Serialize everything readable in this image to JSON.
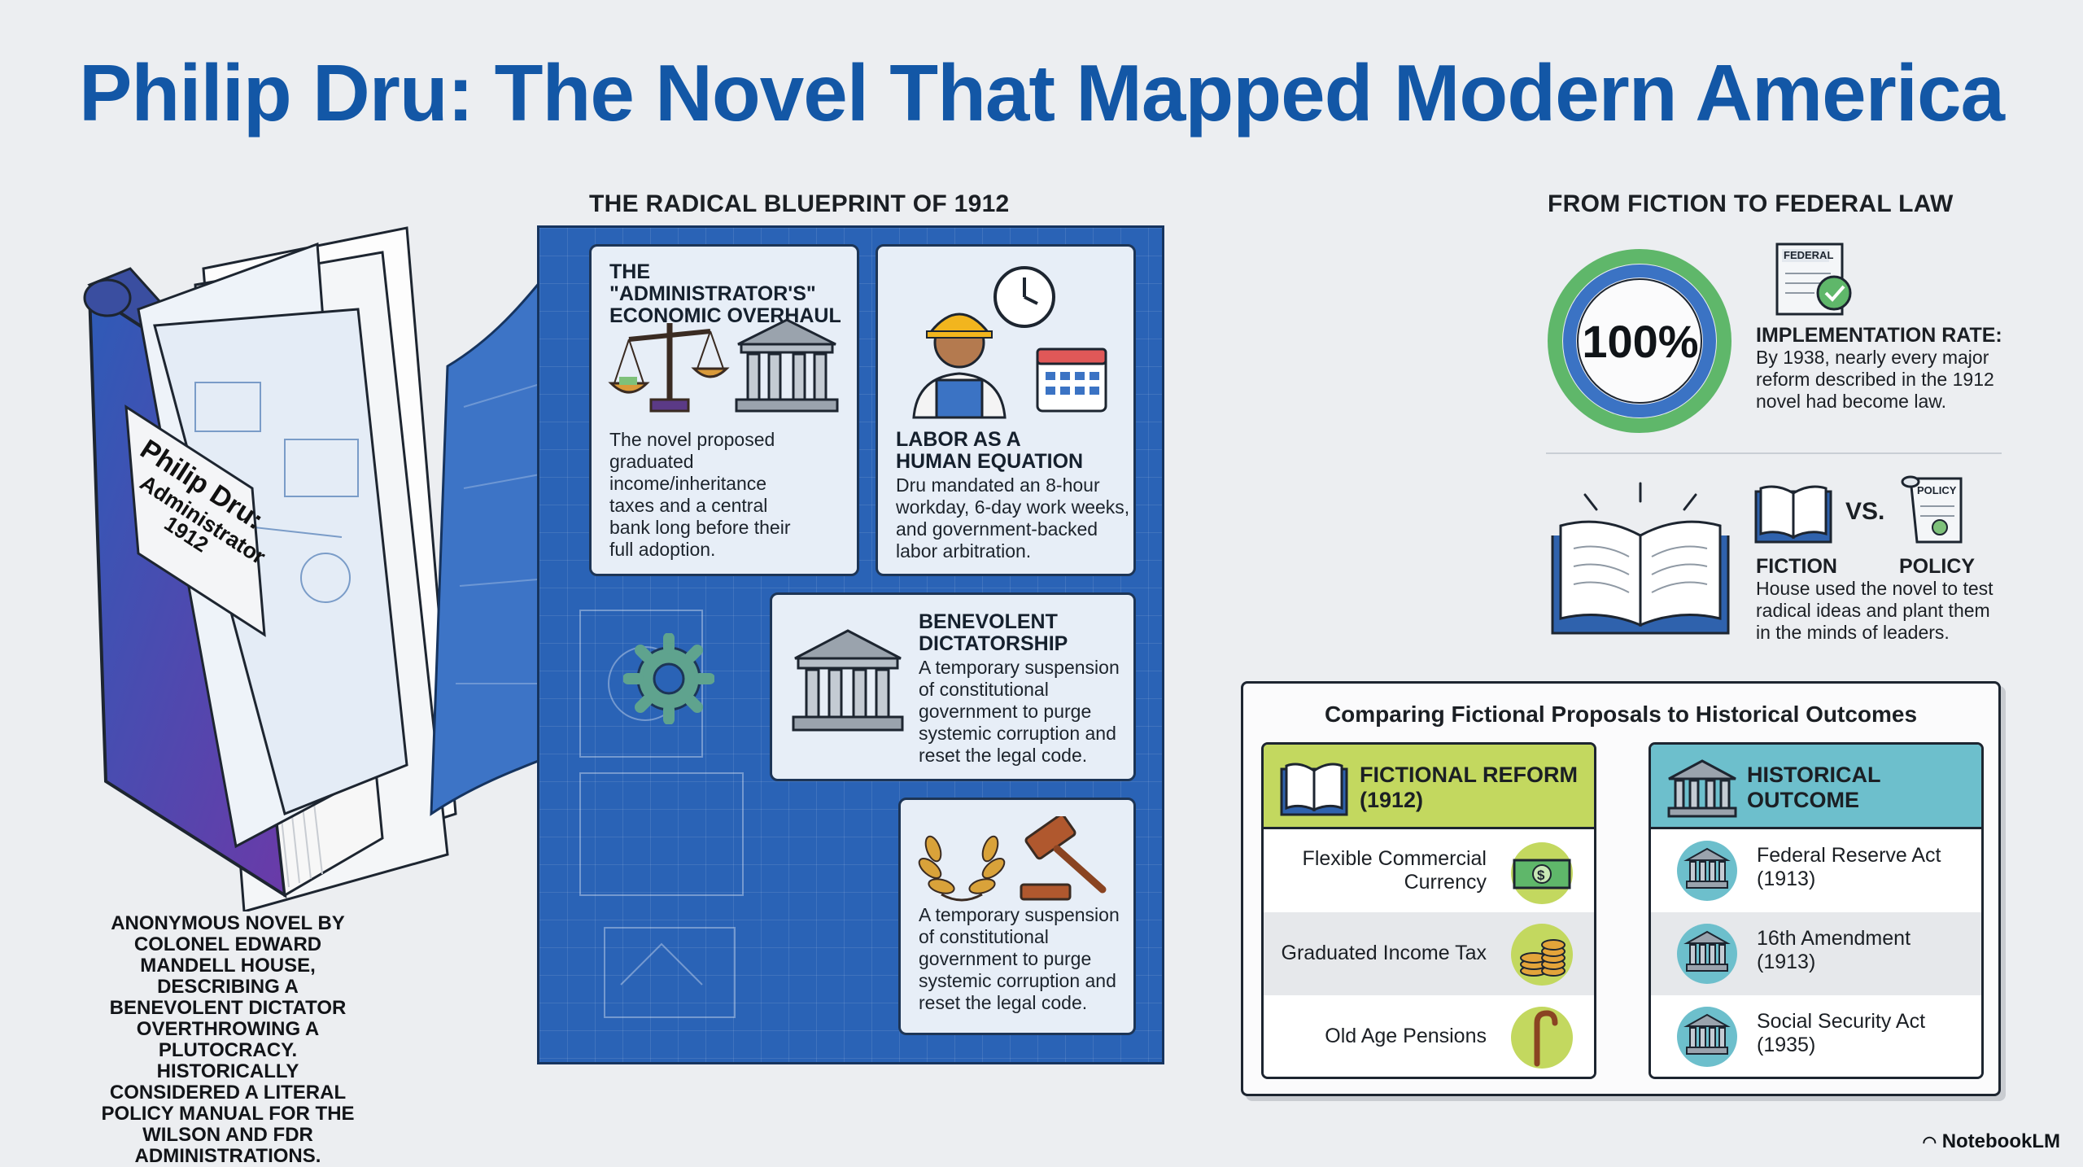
{
  "title": "Philip Dru: The Novel That Mapped Modern America",
  "left": {
    "book_cover": [
      "Philip Dru:",
      "Administrator",
      "1912"
    ],
    "description": "ANONYMOUS NOVEL BY COLONEL EDWARD MANDELL HOUSE, DESCRIBING A BENEVOLENT DICTATOR OVERTHROWING A PLUTOCRACY. HISTORICALLY CONSIDERED A LITERAL POLICY MANUAL FOR THE WILSON AND FDR ADMINISTRATIONS."
  },
  "blueprint": {
    "heading": "THE RADICAL BLUEPRINT OF 1912",
    "cards": {
      "economic": {
        "title": "THE \"ADMINISTRATOR'S\" ECONOMIC OVERHAUL",
        "body": "The novel proposed graduated income/inheritance taxes and a central bank long before their full adoption.",
        "icons": [
          "scales-icon",
          "bank-icon"
        ]
      },
      "labor": {
        "title": "LABOR AS A HUMAN EQUATION",
        "body": "Dru mandated an 8-hour workday, 6-day work weeks, and government-backed labor arbitration.",
        "icons": [
          "worker-icon",
          "clock-icon",
          "calendar-icon"
        ]
      },
      "dictatorship": {
        "title": "BENEVOLENT DICTATORSHIP",
        "body": "A temporary suspension of constitutional government to purge systemic corruption and reset the legal code.",
        "icons": [
          "government-building-icon"
        ]
      },
      "justice": {
        "body": "A temporary suspension of constitutional government to purge systemic corruption and reset the legal code.",
        "icons": [
          "laurel-wreath-icon",
          "gavel-icon"
        ]
      }
    }
  },
  "right": {
    "heading": "FROM FICTION TO FEDERAL LAW",
    "rate": {
      "value": "100%",
      "fraction": 1.0,
      "label": "IMPLEMENTATION RATE:",
      "text": "By 1938, nearly every major reform described in the 1912 novel had become law.",
      "doc_label": "FEDERAL"
    },
    "fiction_policy": {
      "vs": "VS.",
      "fiction": "FICTION",
      "policy": "POLICY",
      "doc_label": "POLICY",
      "text": "House used the novel to test radical ideas and plant them in the minds of leaders."
    },
    "comparison": {
      "title": "Comparing Fictional Proposals to Historical Outcomes",
      "fiction_header": "FICTIONAL REFORM (1912)",
      "outcome_header": "HISTORICAL OUTCOME",
      "fiction_rows": [
        "Flexible Commercial Currency",
        "Graduated Income Tax",
        "Old Age Pensions"
      ],
      "outcome_rows": [
        "Federal Reserve Act (1913)",
        "16th Amendment (1913)",
        "Social Security Act (1935)"
      ],
      "fiction_icons": [
        "currency-icon",
        "coins-icon",
        "cane-icon"
      ],
      "outcome_icons": [
        "bank-icon",
        "bank-icon",
        "bank-icon"
      ],
      "colors": {
        "fiction": "#c3d85f",
        "outcome": "#6dbfcc",
        "row_alt": "#e6e8eb"
      }
    }
  },
  "brand": "NotebookLM"
}
